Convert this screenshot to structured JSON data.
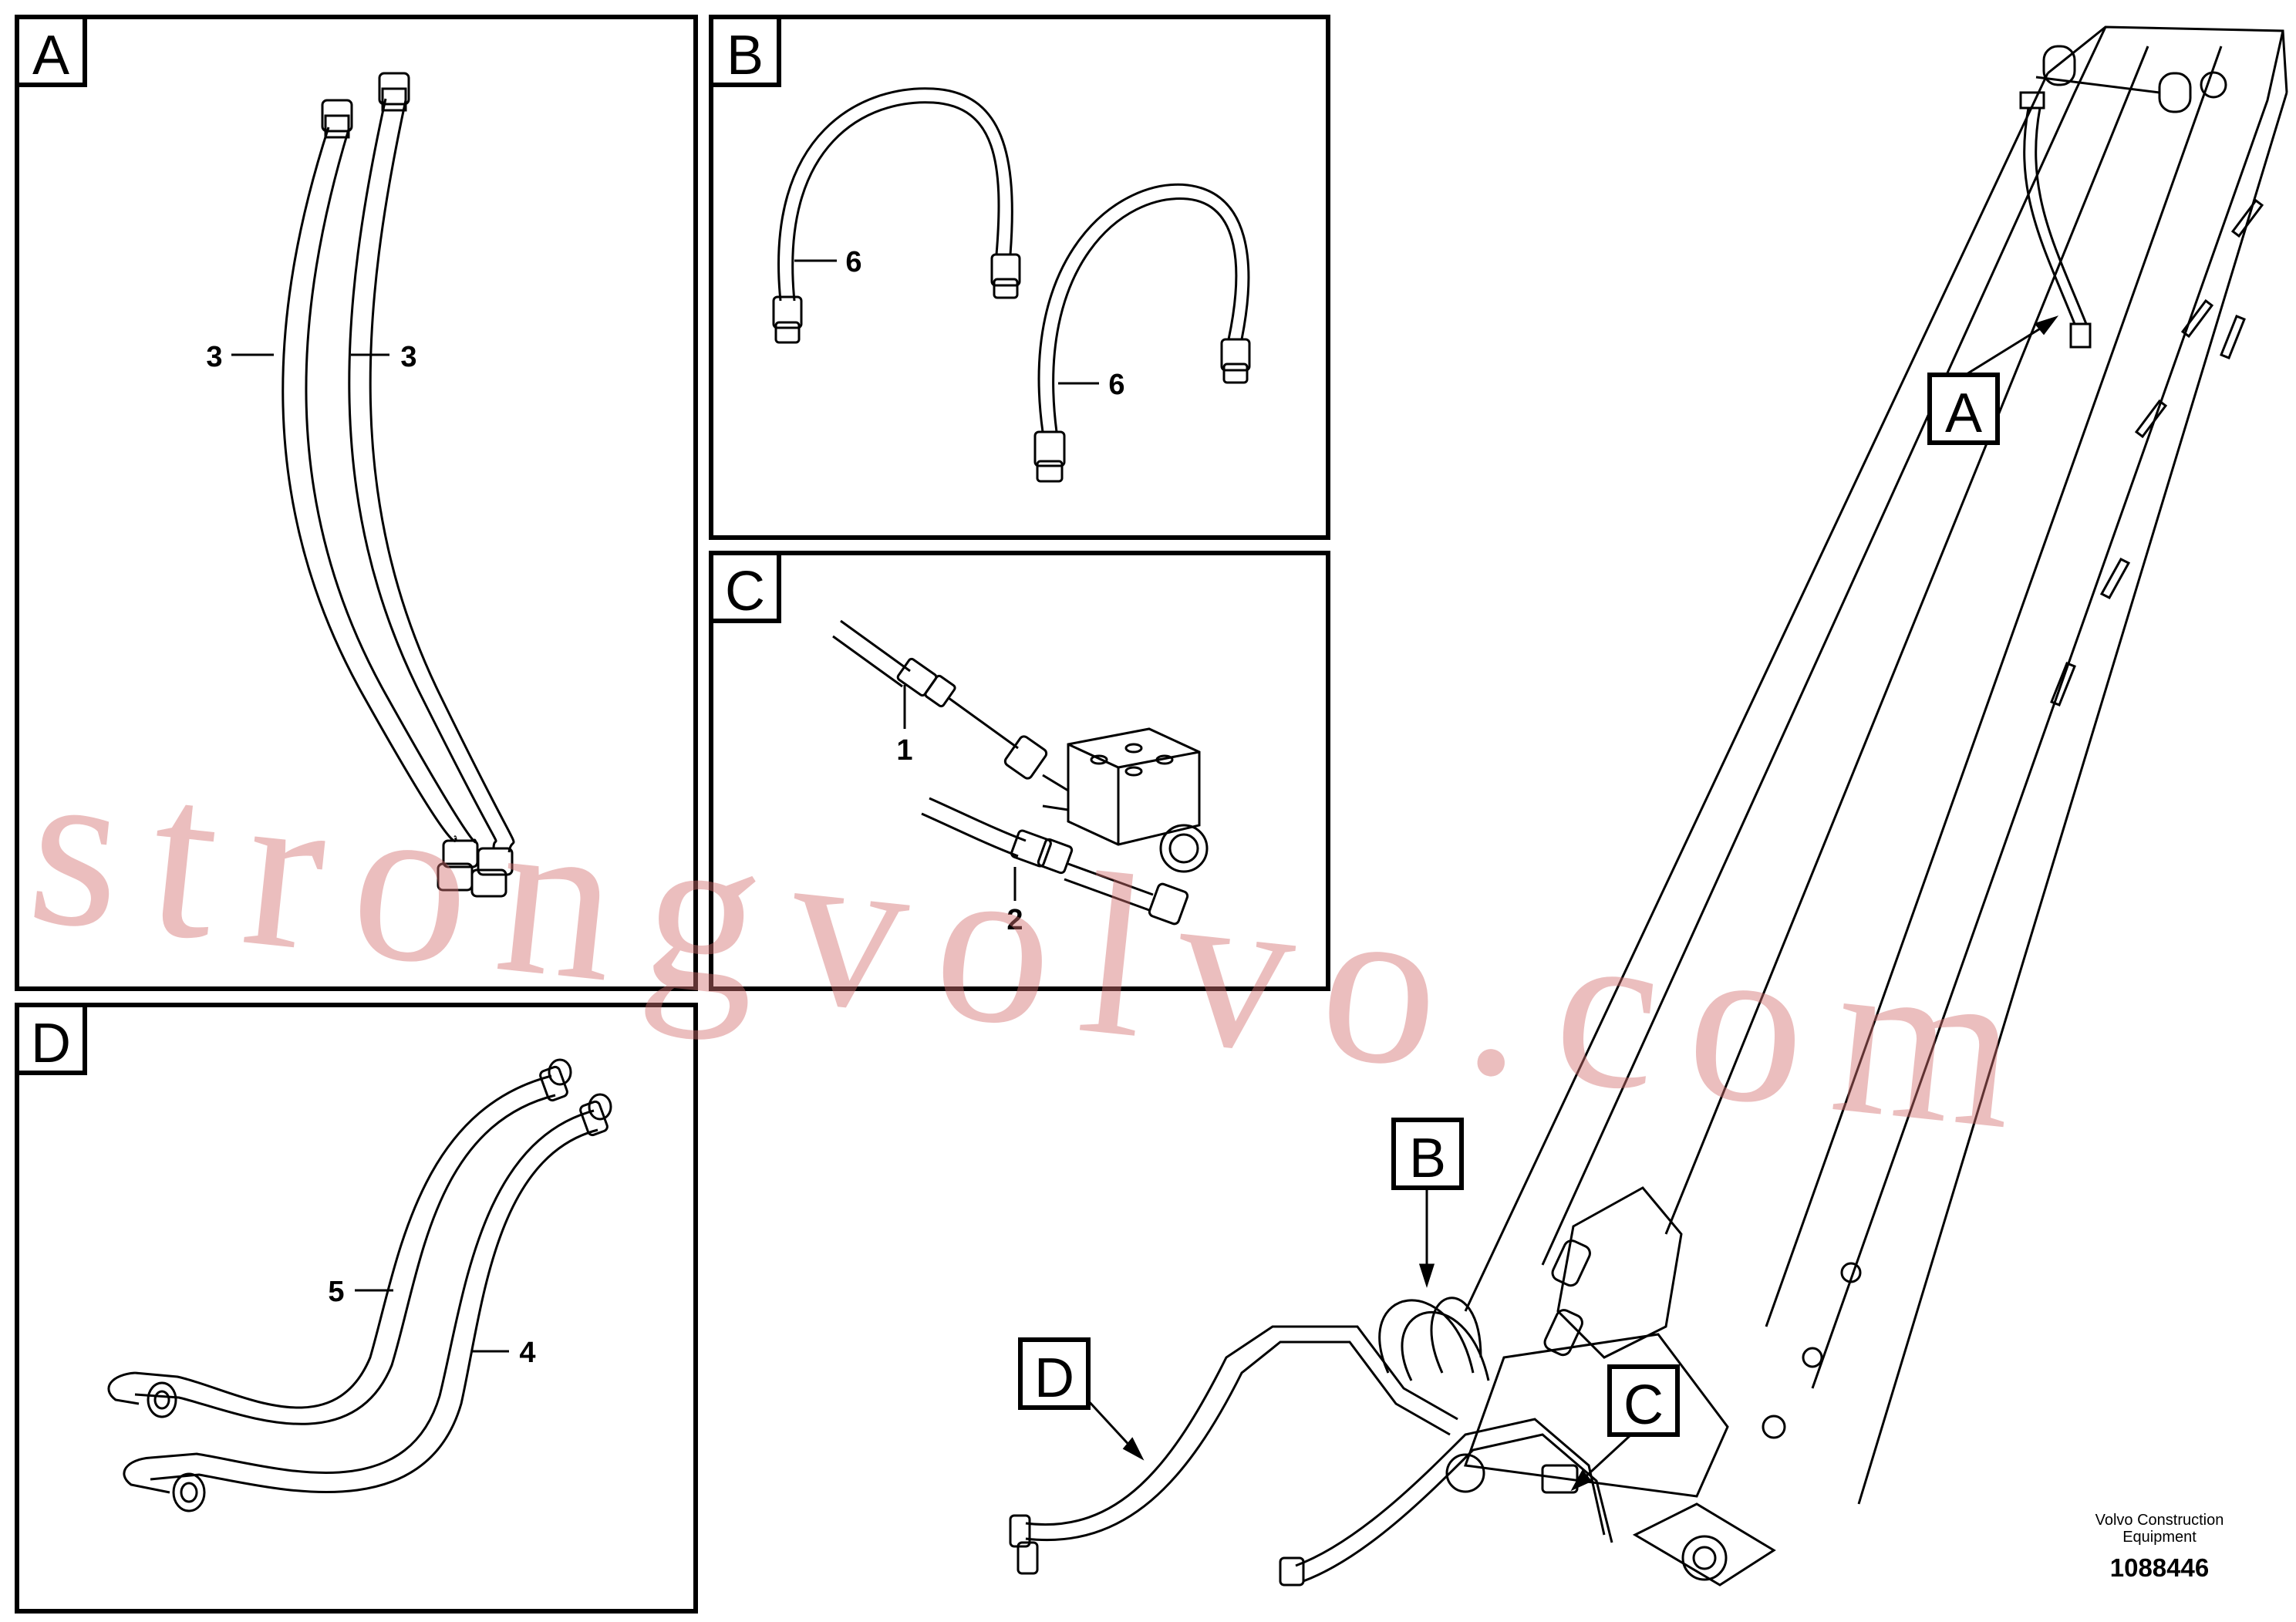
{
  "panels": {
    "A": "A",
    "B": "B",
    "C": "C",
    "D": "D"
  },
  "callouts": {
    "A": "A",
    "B": "B",
    "C": "C",
    "D": "D"
  },
  "part_numbers": {
    "a_left": "3",
    "a_right": "3",
    "b_top": "6",
    "b_bottom": "6",
    "c_top": "1",
    "c_bottom": "2",
    "d_left": "5",
    "d_right": "4"
  },
  "footer": {
    "brand_line1": "Volvo Construction",
    "brand_line2": "Equipment",
    "code": "1088446"
  },
  "watermark": "strongvolvo.com",
  "colors": {
    "line": "#000000",
    "watermark": "#d26e6e"
  }
}
